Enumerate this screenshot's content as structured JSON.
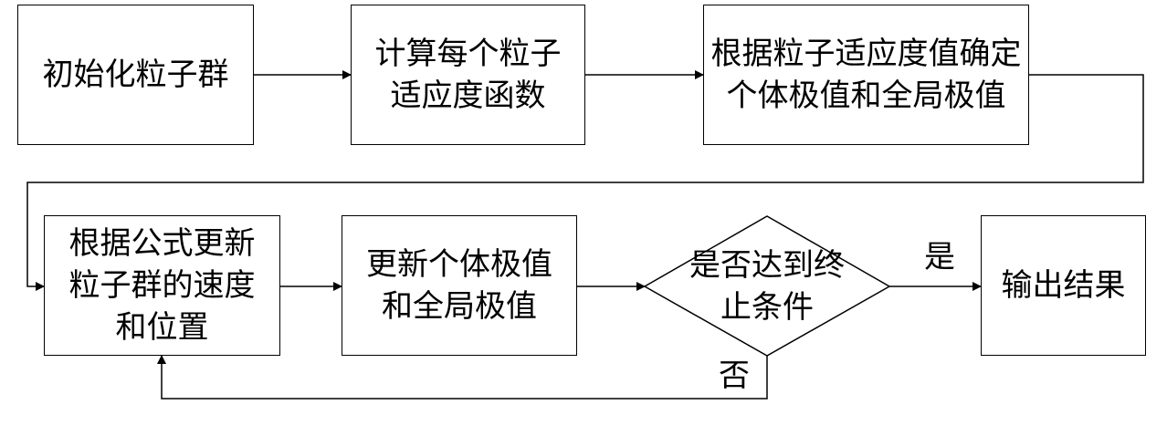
{
  "flowchart": {
    "box_init": {
      "lines": [
        "初始化粒子群"
      ]
    },
    "box_fitness": {
      "lines": [
        "计算每个粒子",
        "适应度函数"
      ]
    },
    "box_extremum": {
      "lines": [
        "根据粒子适应度值确定",
        "个体极值和全局极值"
      ]
    },
    "box_update_velocity": {
      "lines": [
        "根据公式更新",
        "粒子群的速度",
        "和位置"
      ]
    },
    "box_update_extremum": {
      "lines": [
        "更新个体极值",
        "和全局极值"
      ]
    },
    "decision": {
      "lines": [
        "是否达到终",
        "止条件"
      ]
    },
    "box_output": {
      "lines": [
        "输出结果"
      ]
    },
    "label_yes": "是",
    "label_no": "否"
  }
}
